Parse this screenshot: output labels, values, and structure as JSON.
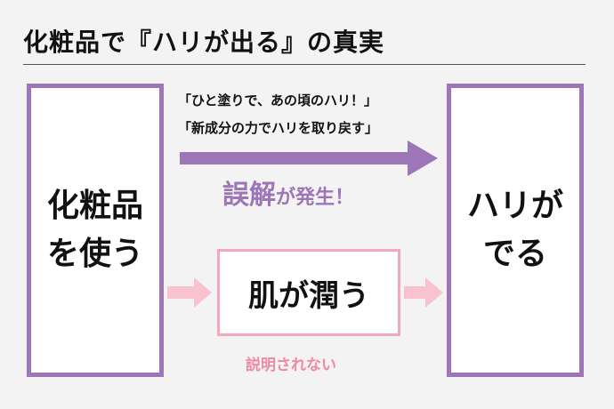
{
  "title": "化粧品で『ハリが出る』の真実",
  "left_box": {
    "line1": "化粧品",
    "line2": "を使う"
  },
  "right_box": {
    "line1": "ハリが",
    "line2": "でる"
  },
  "middle_box": {
    "label": "肌が潤う"
  },
  "claims": [
    "「ひと塗りで、あの頃のハリ！」",
    "「新成分の力でハリを取り戻す」"
  ],
  "misunderstanding": {
    "main": "誤解",
    "tail": "が発生！"
  },
  "unexplained_label": "説明されない",
  "colors": {
    "purple": "#9c76b6",
    "pink": "#f3a9ba",
    "pink_text": "#f08aa3",
    "background": "#f3f3f3"
  }
}
